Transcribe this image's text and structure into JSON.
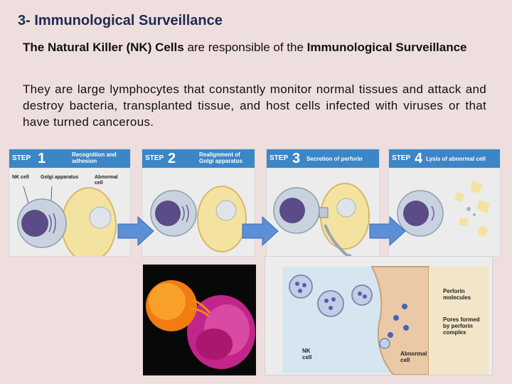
{
  "title": "3- Immunological Surveillance",
  "para1": {
    "bold1": "The Natural Killer (NK) Cells",
    "normal": " are responsible of the ",
    "bold2": "Immunological Surveillance"
  },
  "para2": "They are large lymphocytes that constantly monitor normal tissues and attack and destroy bacteria, transplanted tissue, and host cells infected with viruses or that have turned cancerous.",
  "steps": [
    {
      "step": "STEP",
      "num": "1",
      "desc_line1": "Recognition and",
      "desc_line2": "adhesion"
    },
    {
      "step": "STEP",
      "num": "2",
      "desc_line1": "Realignment of",
      "desc_line2": "Golgi apparatus"
    },
    {
      "step": "STEP",
      "num": "3",
      "desc_line1": "Secretion of perforin",
      "desc_line2": ""
    },
    {
      "step": "STEP",
      "num": "4",
      "desc_line1": "Lysis of abnormal cell",
      "desc_line2": ""
    }
  ],
  "step1_labels": {
    "nk_cell": "NK cell",
    "golgi": "Golgi apparatus",
    "abnormal_line1": "Abnormal",
    "abnormal_line2": "cell"
  },
  "detail_labels": {
    "perforin_line1": "Perforin",
    "perforin_line2": "molecules",
    "pores_line1": "Pores formed",
    "pores_line2": "by perforin",
    "pores_line3": "complex",
    "nk_line1": "NK",
    "nk_line2": "cell",
    "abn_line1": "Abnormal",
    "abn_line2": "cell"
  },
  "colors": {
    "background": "#efdede",
    "title": "#1d2b52",
    "step_header": "#3d86c6",
    "arrow": "#5b8fd6",
    "nk_cell": "#7d6fa8",
    "abnormal_cell": "#f4e3a0"
  }
}
